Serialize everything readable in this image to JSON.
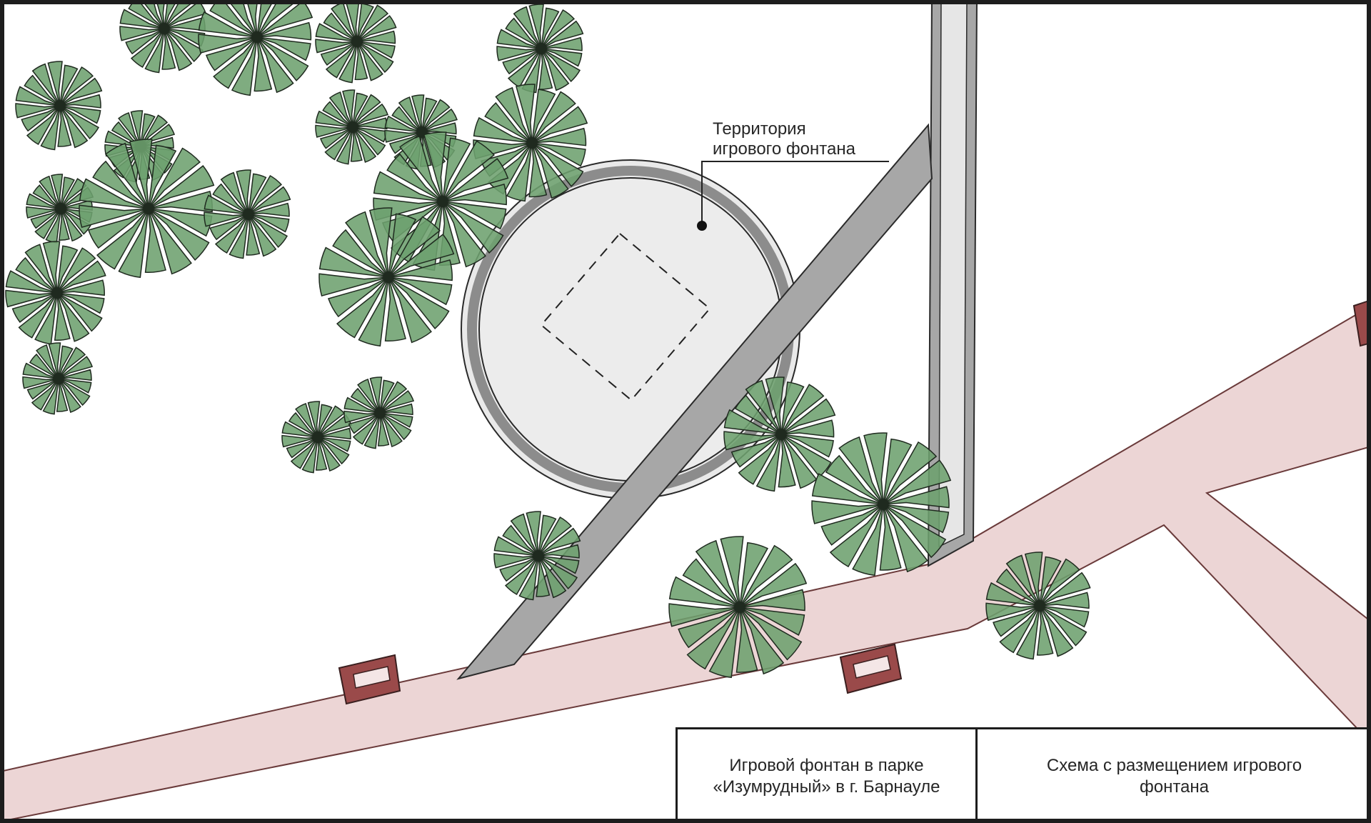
{
  "map": {
    "label_area_line1": "Территория",
    "label_area_line2": "игрового фонтана",
    "legend_items": [],
    "colors": {
      "background": "#ffffff",
      "tree_fill": "#6da06e",
      "tree_stroke": "#1f2a1f",
      "fountain_fill": "#ececec",
      "fountain_ring": "#8c8c8c",
      "gray_path": "#a0a0a0",
      "pink_path": "#ecd5d5",
      "pink_path_edge": "#6a3a3a",
      "bench": "#9a4a4a"
    }
  },
  "title_block": {
    "left_line1": "Игровой фонтан в парке",
    "left_line2": "«Изумрудный» в г. Барнауле",
    "right_line1": "Схема  с размещением игрового",
    "right_line2": "фонтана"
  }
}
